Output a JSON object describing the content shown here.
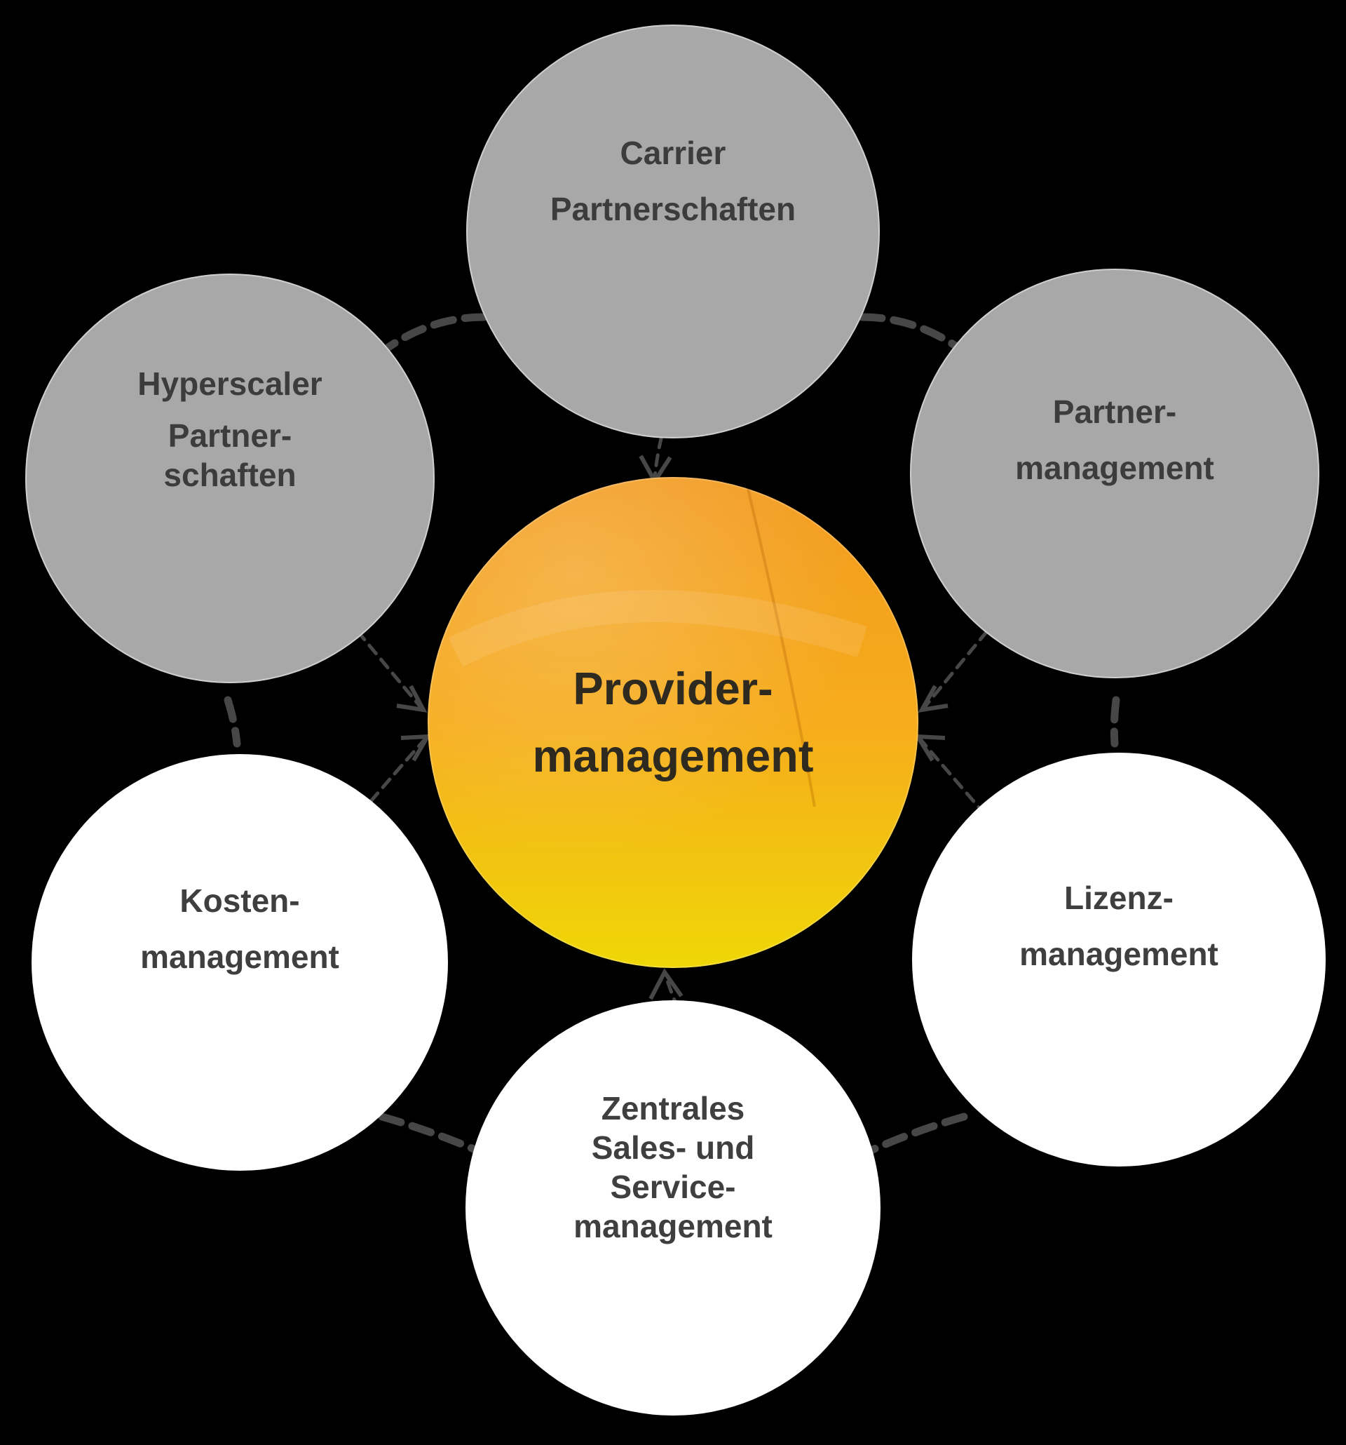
{
  "diagram": {
    "background": "#000000",
    "connector_color": "#474747",
    "center": {
      "label_lines": [
        "Provider-",
        "management"
      ],
      "text_color": "#2E2A1F",
      "colors": {
        "top": "#F29A1E",
        "middle": "#F6AC1C",
        "bottom": "#EFD707"
      }
    },
    "nodes": [
      {
        "id": "carrier",
        "position": "top",
        "label_lines": [
          "Carrier",
          "Partnerschaften"
        ],
        "fill": "#A8A8A8",
        "text_color": "#3C3C3C"
      },
      {
        "id": "hyperscaler",
        "position": "top-left",
        "label_lines": [
          "Hyperscaler",
          "Partner-",
          "schaften"
        ],
        "fill": "#A8A8A8",
        "text_color": "#3C3C3C"
      },
      {
        "id": "partner",
        "position": "top-right",
        "label_lines": [
          "Partner-",
          "management"
        ],
        "fill": "#A8A8A8",
        "text_color": "#3C3C3C"
      },
      {
        "id": "kosten",
        "position": "bottom-left",
        "label_lines": [
          "Kosten-",
          "management"
        ],
        "fill": "#FFFFFF",
        "text_color": "#3F3F3F"
      },
      {
        "id": "lizenz",
        "position": "bottom-right",
        "label_lines": [
          "Lizenz-",
          "management"
        ],
        "fill": "#FFFFFF",
        "text_color": "#3F3F3F"
      },
      {
        "id": "zentrales",
        "position": "bottom",
        "label_lines": [
          "Zentrales",
          "Sales- und",
          "Service-",
          "management"
        ],
        "fill": "#FFFFFF",
        "text_color": "#3F3F3F"
      }
    ]
  }
}
